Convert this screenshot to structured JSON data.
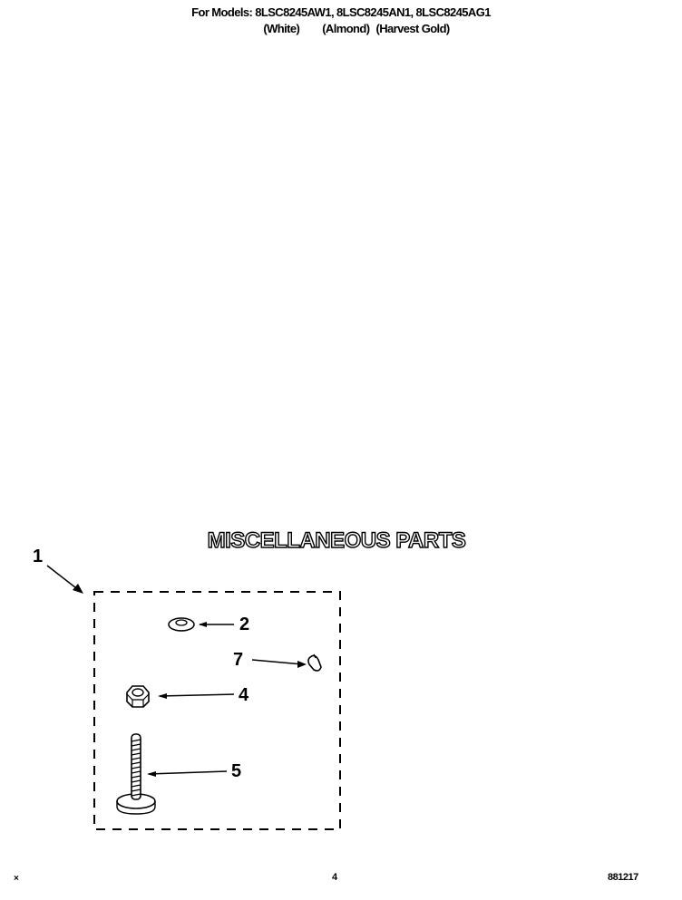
{
  "header": {
    "models_line": "For Models: 8LSC8245AW1, 8LSC8245AN1, 8LSC8245AG1",
    "colors": [
      "(White)",
      "(Almond)",
      "(Harvest Gold)"
    ]
  },
  "section_title": "MISCELLANEOUS PARTS",
  "callouts": [
    {
      "number": "1",
      "part": "parts-kit"
    },
    {
      "number": "2",
      "part": "washer"
    },
    {
      "number": "7",
      "part": "clip"
    },
    {
      "number": "4",
      "part": "hex-nut"
    },
    {
      "number": "5",
      "part": "leveling-leg-screw"
    }
  ],
  "footer": {
    "left_mark": "×",
    "page_number": "4",
    "doc_code": "881217"
  }
}
